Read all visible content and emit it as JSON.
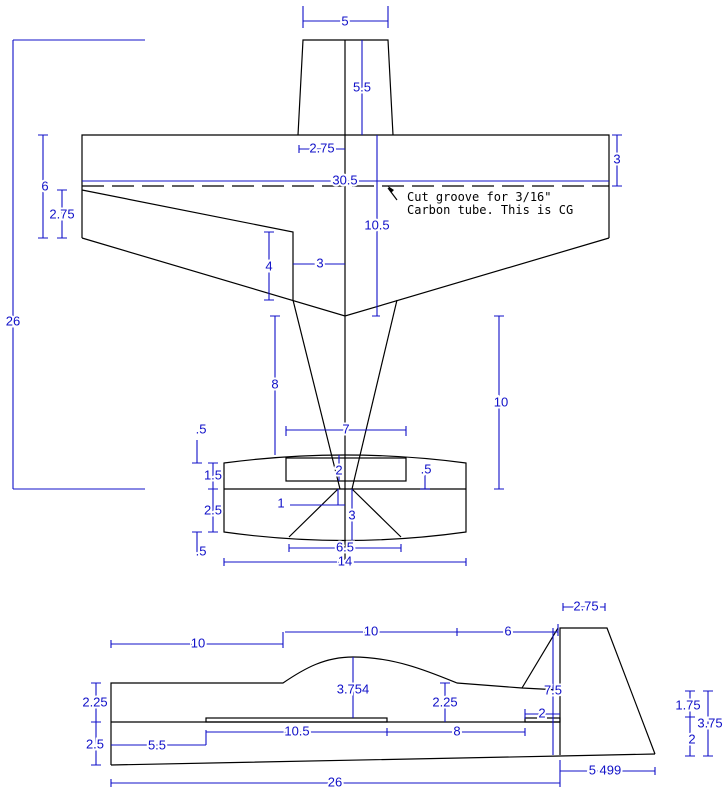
{
  "top_view": {
    "dims": {
      "overall_length": "26",
      "fin_width": "5",
      "fin_height": "5.5",
      "fin_offset": "2.75",
      "wingspan": "30.5",
      "wing_le_to_cg": "3",
      "wing_root_chord": "6",
      "wing_tip_chord": "2.75",
      "cg_to_tail": "10.5",
      "aileron_depth": "4",
      "aileron_inset": "3",
      "fuselage_taper": "8",
      "cg_to_stab": "10",
      "elevator_width": "7",
      "stab_top_camber": ".5",
      "stab_front": "1.5",
      "stab_rear": "2.5",
      "stab_bottom_camber": ".5",
      "elevator_depth": "2",
      "elevator_gap": ".5",
      "tail_half": "1",
      "tail_length": "3",
      "stab_brace": "6.5",
      "stab_span": "14"
    },
    "note_line1": "Cut groove for 3/16\"",
    "note_line2": "Carbon tube.  This is CG"
  },
  "side_view": {
    "dims": {
      "nose_to_canopy": "10",
      "canopy_length": "10",
      "canopy_to_fin": "6",
      "fin_top_chord": "2.75",
      "fin_height": "7.5",
      "nose_height": "2.25",
      "lower_height": "2.5",
      "nose_to_base": "5.5",
      "canopy_height": "3.754",
      "rear_height": "2.25",
      "base_length": "10.5",
      "rear_base": "8",
      "fin_base": "2",
      "overall_length": "26",
      "fin_bottom_chord": "5 499",
      "right_upper": "1.75",
      "right_lower": "2",
      "right_total": "3.75"
    }
  }
}
